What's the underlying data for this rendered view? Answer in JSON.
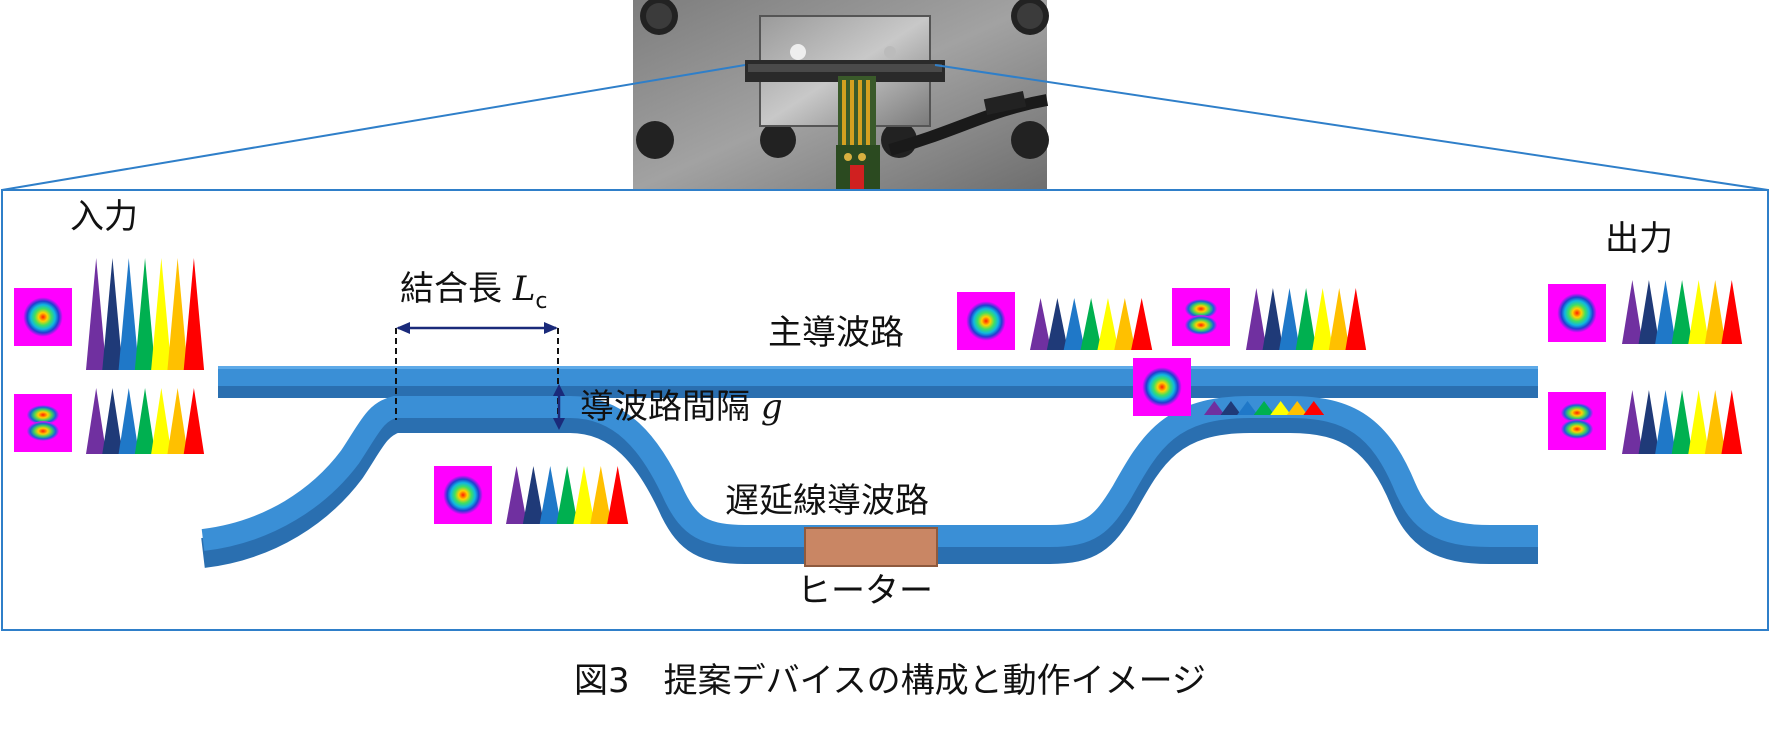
{
  "labels": {
    "input": "入力",
    "output": "出力",
    "coupling_length": "結合長",
    "coupling_symbol": "L",
    "coupling_subscript": "c",
    "main_waveguide": "主導波路",
    "gap_label": "導波路間隔",
    "gap_symbol": "g",
    "delay_waveguide": "遅延線導波路",
    "heater": "ヒーター",
    "caption": "図3　提案デバイスの構成と動作イメージ"
  },
  "colors": {
    "waveguide_top": "#3a8fd6",
    "waveguide_side": "#2a6fb0",
    "heater": "#c98664",
    "frame": "#2f7fc9",
    "mode_background": "#ff00ff",
    "spectrum": [
      "#7030a0",
      "#1f3a78",
      "#1f78c8",
      "#00b050",
      "#ffff00",
      "#ffc000",
      "#ff0000"
    ]
  },
  "icons": {
    "photo": "device-photo",
    "fundamental_mode": "fundamental-mode-profile-icon",
    "higher_mode": "higher-order-mode-profile-icon",
    "spectrum": "wavelength-spectrum-icon"
  }
}
